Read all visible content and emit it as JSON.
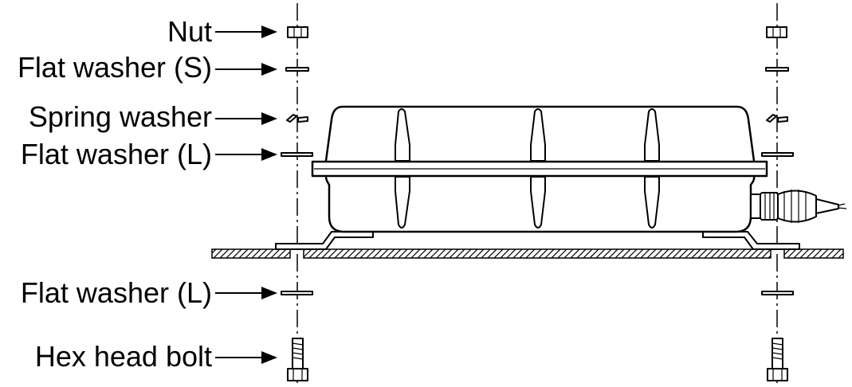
{
  "labels": {
    "nut": "Nut",
    "flat_washer_s": "Flat washer (S)",
    "spring_washer": "Spring washer",
    "flat_washer_l_top": "Flat washer (L)",
    "flat_washer_l_bottom": "Flat washer (L)",
    "hex_head_bolt": "Hex head bolt"
  },
  "colors": {
    "line": "#000000",
    "fill": "#ffffff"
  }
}
